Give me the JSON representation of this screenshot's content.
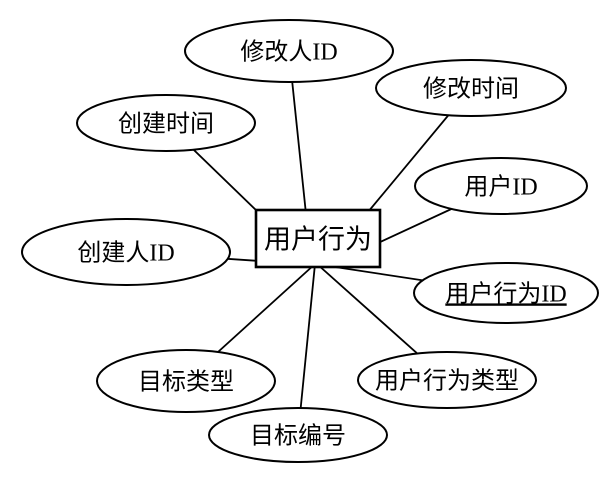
{
  "page": {
    "background_color": "#ffffff"
  },
  "diagram": {
    "type": "entity-relationship-attribute-diagram",
    "stroke_color": "#000000",
    "shape_fill_color": "#ffffff",
    "entity": {
      "label": "用户行为",
      "shape": "rectangle"
    },
    "attributes": [
      {
        "id": "modifier-id",
        "label": "修改人ID",
        "shape": "ellipse",
        "primary_key": false
      },
      {
        "id": "modify-time",
        "label": "修改时间",
        "shape": "ellipse",
        "primary_key": false
      },
      {
        "id": "create-time",
        "label": "创建时间",
        "shape": "ellipse",
        "primary_key": false
      },
      {
        "id": "user-id",
        "label": "用户ID",
        "shape": "ellipse",
        "primary_key": false
      },
      {
        "id": "creator-id",
        "label": "创建人ID",
        "shape": "ellipse",
        "primary_key": false
      },
      {
        "id": "user-behavior-id",
        "label": "用户行为ID",
        "shape": "ellipse",
        "primary_key": true
      },
      {
        "id": "target-type",
        "label": "目标类型",
        "shape": "ellipse",
        "primary_key": false
      },
      {
        "id": "target-number",
        "label": "目标编号",
        "shape": "ellipse",
        "primary_key": false
      },
      {
        "id": "user-behavior-type",
        "label": "用户行为类型",
        "shape": "ellipse",
        "primary_key": false
      }
    ]
  }
}
